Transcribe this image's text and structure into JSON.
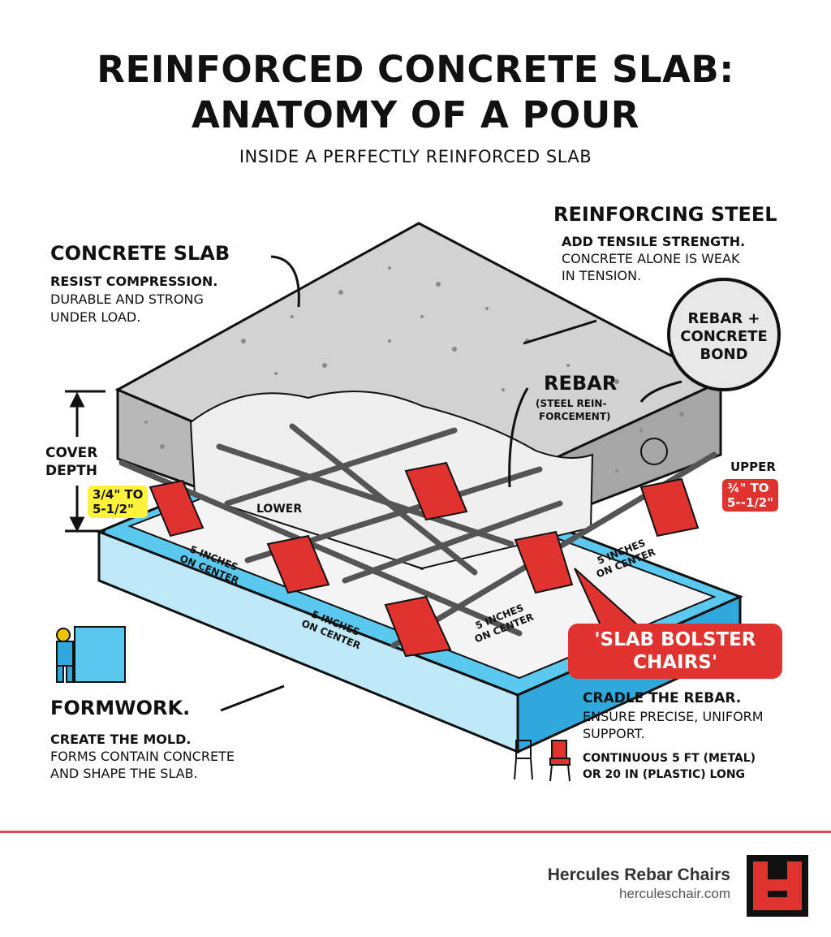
{
  "title": "REINFORCED CONCRETE SLAB: ANATOMY OF A POUR",
  "title_line1": "REINFORCED CONCRETE SLAB:",
  "title_line2": "ANATOMY OF A POUR",
  "subtitle": "INSIDE A PERFECTLY REINFORCED SLAB",
  "colors": {
    "concrete": "#c9c9c9",
    "concrete_dark": "#a8a8a8",
    "formwork": "#5bc8ef",
    "formwork_dark": "#2fa9dc",
    "chair_red": "#e0332f",
    "accent_yellow": "#fff23a",
    "footer_line": "#e04a4a"
  },
  "labels": {
    "concrete_slab": {
      "heading": "CONCRETE SLAB",
      "line1": "RESIST COMPRESSION.",
      "line2": "DURABLE AND STRONG",
      "line3": "UNDER LOAD."
    },
    "reinforcing_steel": {
      "heading": "REINFORCING STEEL",
      "line1": "ADD TENSILE STRENGTH.",
      "line2": "CONCRETE ALONE IS WEAK",
      "line3": "IN TENSION."
    },
    "bond": {
      "line1": "REBAR +",
      "line2": "CONCRETE",
      "line3": "BOND"
    },
    "rebar": {
      "heading": "REBAR",
      "line1": "(STEEL REIN-",
      "line2": "FORCEMENT)"
    },
    "cover": {
      "line1": "COVER",
      "line2": "DEPTH",
      "badge_line1": "3/4\" TO",
      "badge_line2": "5-1/2\""
    },
    "upper": {
      "label": "UPPER",
      "badge_line1": "¾\" TO",
      "badge_line2": "5--1/2\""
    },
    "lower": "LOWER",
    "spacing": {
      "line1": "5 INCHES",
      "line2": "ON CENTER"
    },
    "chairs": {
      "line1": "'SLAB BOLSTER",
      "line2": "CHAIRS'",
      "desc_heading": "CRADLE THE REBAR.",
      "desc_line1": "ENSURE PRECISE, UNIFORM",
      "desc_line2": "SUPPORT.",
      "note_line1": "CONTINUOUS 5 FT (METAL)",
      "note_line2": "OR 20 IN (PLASTIC) LONG"
    },
    "formwork": {
      "heading": "FORMWORK.",
      "line1": "CREATE THE MOLD.",
      "line2": "FORMS CONTAIN CONCRETE",
      "line3": "AND SHAPE THE SLAB."
    }
  },
  "icons": [
    "worker-icon",
    "chair-outline-icon",
    "chair-red-icon",
    "hercules-logo-icon"
  ],
  "footer": {
    "brand": "Hercules Rebar Chairs",
    "url": "herculeschair.com"
  }
}
